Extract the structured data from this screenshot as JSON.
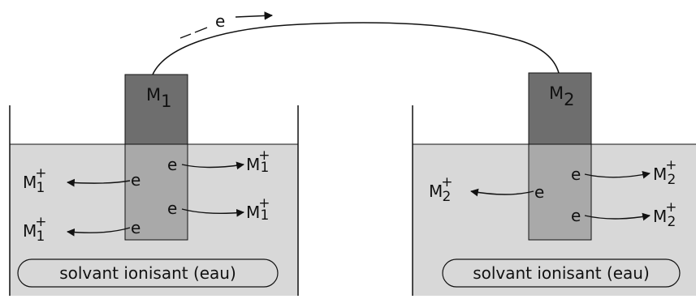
{
  "colors": {
    "solution": "#d8d8d8",
    "electrode_upper": "#6e6e6e",
    "electrode_lower": "#a9a9a9",
    "line": "#111111",
    "background": "#ffffff"
  },
  "wire": {
    "label": "e"
  },
  "left_cell": {
    "electrode": {
      "symbol": "M",
      "index": "1"
    },
    "solvent_label": "solvant ionisant (eau)",
    "ions_left": [
      {
        "base": "M",
        "sub": "1",
        "sup": "+",
        "electron": "e"
      },
      {
        "base": "M",
        "sub": "1",
        "sup": "+",
        "electron": "e"
      }
    ],
    "ions_right": [
      {
        "base": "M",
        "sub": "1",
        "sup": "+",
        "electron": "e"
      },
      {
        "base": "M",
        "sub": "1",
        "sup": "+",
        "electron": "e"
      }
    ]
  },
  "right_cell": {
    "electrode": {
      "symbol": "M",
      "index": "2"
    },
    "solvent_label": "solvant ionisant (eau)",
    "ions_left": [
      {
        "base": "M",
        "sub": "2",
        "sup": "+",
        "electron": "e"
      }
    ],
    "ions_right": [
      {
        "base": "M",
        "sub": "2",
        "sup": "+",
        "electron": "e"
      },
      {
        "base": "M",
        "sub": "2",
        "sup": "+",
        "electron": "e"
      }
    ]
  }
}
